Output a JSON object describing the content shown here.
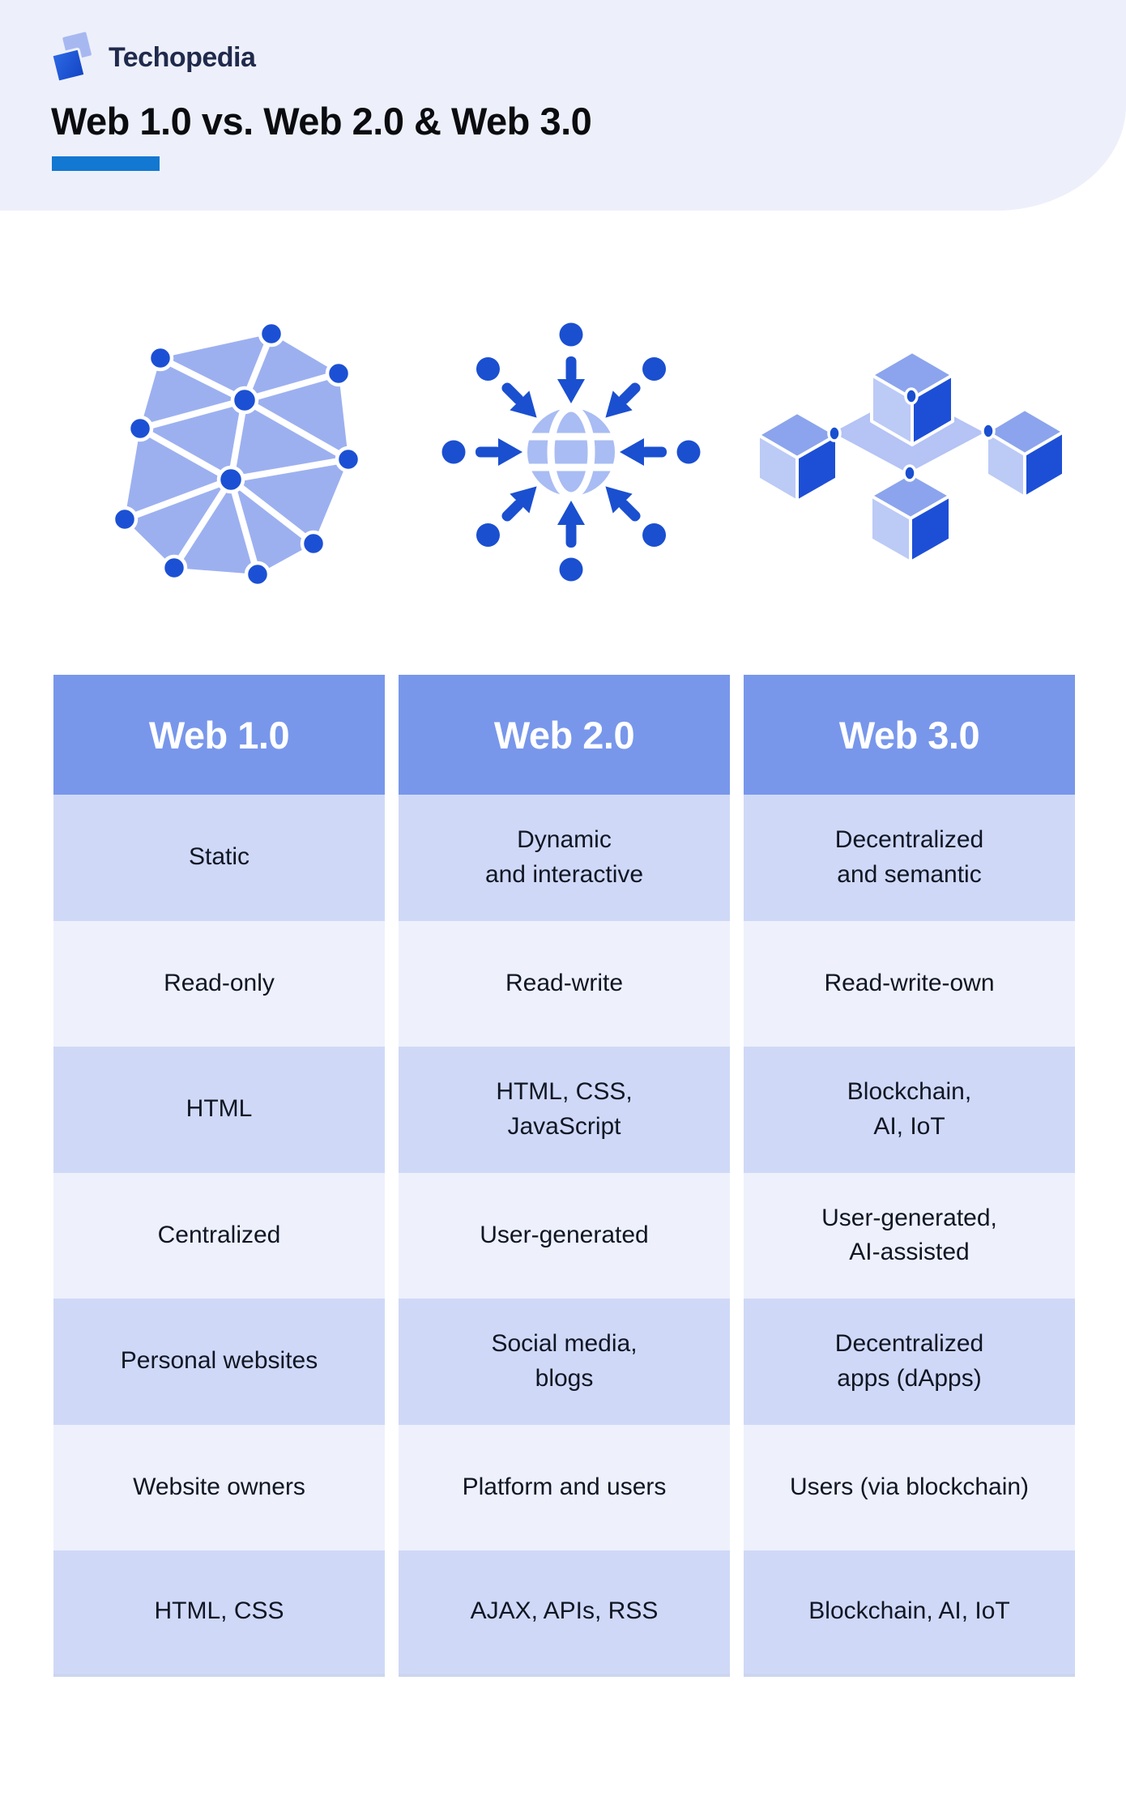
{
  "brand": {
    "name": "Techopedia"
  },
  "header": {
    "title": "Web 1.0 vs. Web 2.0 & Web 3.0"
  },
  "icons": [
    {
      "name": "web1-network-mesh-icon"
    },
    {
      "name": "web2-globe-inward-arrows-icon"
    },
    {
      "name": "web3-blockchain-cubes-icon"
    }
  ],
  "table": {
    "headers": [
      "Web 1.0",
      "Web 2.0",
      "Web 3.0"
    ],
    "rows": [
      {
        "cells": [
          "Static",
          "Dynamic\nand interactive",
          "Decentralized\nand semantic"
        ]
      },
      {
        "cells": [
          "Read-only",
          "Read-write",
          "Read-write-own"
        ]
      },
      {
        "cells": [
          "HTML",
          "HTML, CSS,\nJavaScript",
          "Blockchain,\nAI, IoT"
        ]
      },
      {
        "cells": [
          "Centralized",
          "User-generated",
          "User-generated,\nAI-assisted"
        ]
      },
      {
        "cells": [
          "Personal websites",
          "Social media,\nblogs",
          "Decentralized\napps (dApps)"
        ]
      },
      {
        "cells": [
          "Website owners",
          "Platform and users",
          "Users (via blockchain)"
        ]
      },
      {
        "cells": [
          "HTML, CSS",
          "AJAX, APIs, RSS",
          "Blockchain, AI, IoT"
        ]
      }
    ]
  },
  "colors": {
    "band_background": "#edf0fa",
    "title_underline": "#1278d1",
    "table_header": "#7897eb",
    "row_light_blue": "#cfd9f7",
    "row_pale": "#eef1fc",
    "icon_dark_blue": "#1a4fd0",
    "icon_light_blue": "#9cb0f0",
    "text_dark": "#101624"
  }
}
